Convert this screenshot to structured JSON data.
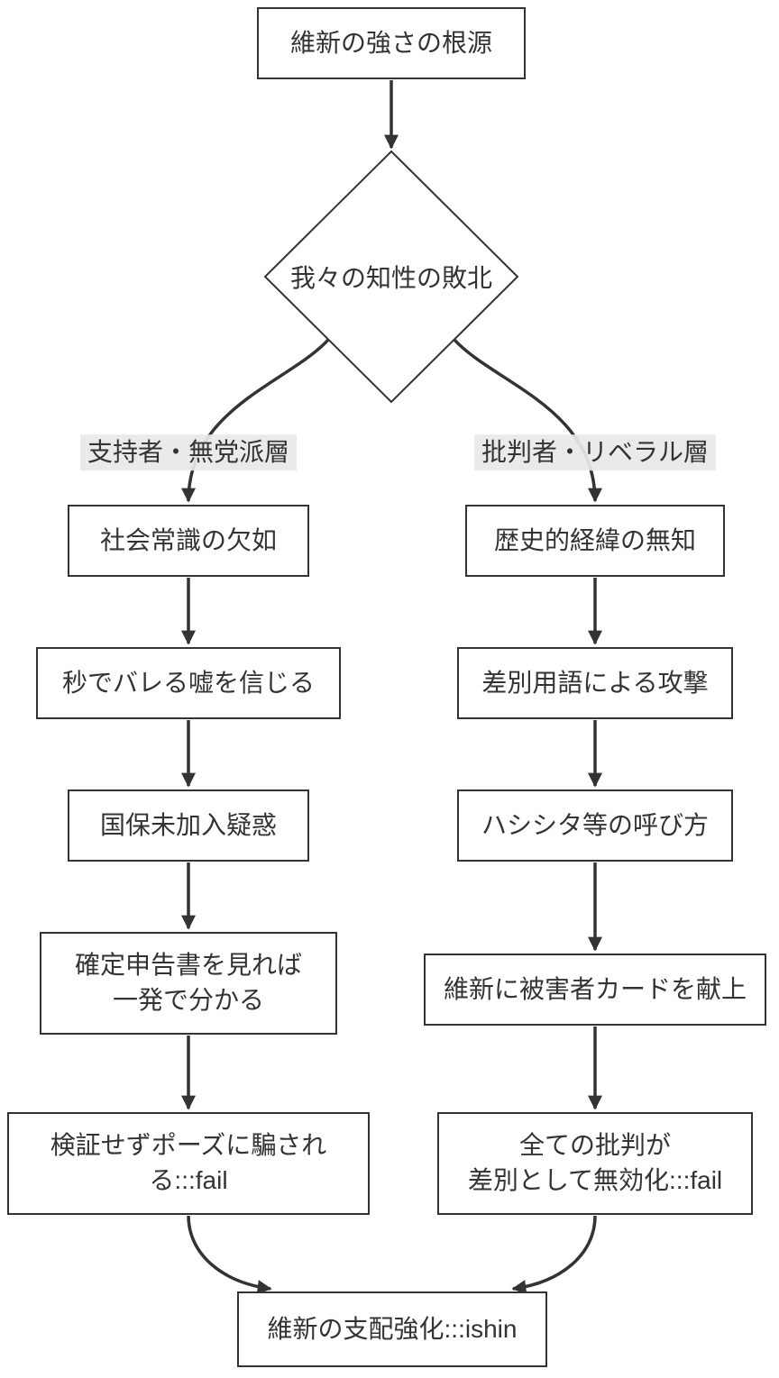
{
  "colors": {
    "node_border": "#333333",
    "node_fill": "#ffffff",
    "edge_line": "#333333",
    "text": "#333333",
    "edge_label_bg": "#e8e8e8"
  },
  "flowchart": {
    "root": {
      "label": "維新の強さの根源"
    },
    "decision": {
      "label": "我々の知性の敗北"
    },
    "branches": {
      "left": {
        "edge_label": "支持者・無党派層",
        "nodes": [
          {
            "label": "社会常識の欠如"
          },
          {
            "label": "秒でバレる嘘を信じる"
          },
          {
            "label": "国保未加入疑惑"
          },
          {
            "label": "確定申告書を見れば\n一発で分かる"
          },
          {
            "label": "検証せずポーズに騙され\nる:::fail"
          }
        ]
      },
      "right": {
        "edge_label": "批判者・リベラル層",
        "nodes": [
          {
            "label": "歴史的経緯の無知"
          },
          {
            "label": "差別用語による攻撃"
          },
          {
            "label": "ハシシタ等の呼び方"
          },
          {
            "label": "維新に被害者カードを献上"
          },
          {
            "label": "全ての批判が\n差別として無効化:::fail"
          }
        ]
      }
    },
    "sink": {
      "label": "維新の支配強化:::ishin"
    }
  }
}
